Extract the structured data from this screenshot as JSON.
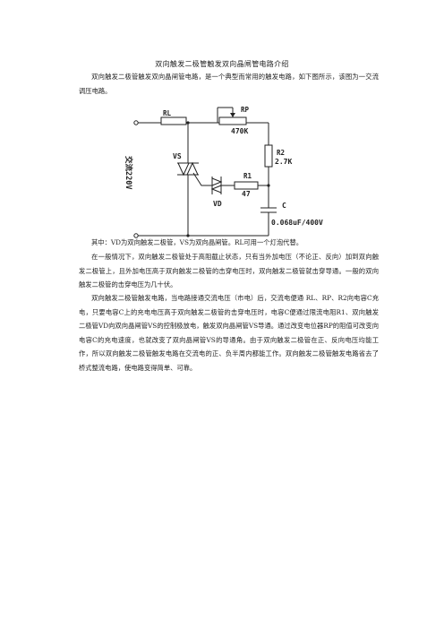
{
  "title": "双向触发二极管触发双向晶闸管电路介绍",
  "intro": "双向触发二极管触发双向晶闸管电路，是一个典型而常用的触发电路，如下图所示，该图为一交流调压电路。",
  "circuit": {
    "ac_label": "交流220V",
    "rl": "RL",
    "rp": "RP",
    "rp_value": "470K",
    "r2": "R2",
    "r2_value": "2.7K",
    "r1": "R1",
    "r1_value": "47",
    "c": "C",
    "c_value": "0.068uF/400V",
    "vs": "VS",
    "vd": "VD"
  },
  "legend": "其中：VD为双向触发二极管，VS为双向晶闸管。RL可用一个灯泡代替。",
  "para_general": "在一般情况下，双向触发二极管处于高阻截止状态，只有当外加电压（不论正、反向）加到双向触发二极管上，且外加电压高于双向触发二极管的击穿电压时，双向触发二极管就击穿导通。一般的双向触发二极管的击穿电压为几十伏。",
  "para_circuit": "双向触发二极管触发电路，当电路接通交流电压（市电）后，交流电便通 RL、RP、R2向电容C充电，只要电容C上的充电电压高于双向触发二极管的击穿电压时，电容C便通过限流电阻R1、双向触发二极管VD向双向晶闸管VS的控制极放电，触发双向晶闸管VS导通。通过改变电位器RP的阻值可改变向电容C的充电速度，也就改变了双向晶闸管VS的导通角。由于双向触发二极管在正、反向电压均能工作，所以双向触发二极管触发电路在交流电的正、负半周内都能工作。双向触发二极管触发电路省去了桥式整流电路，使电路变得简单、可靠。"
}
